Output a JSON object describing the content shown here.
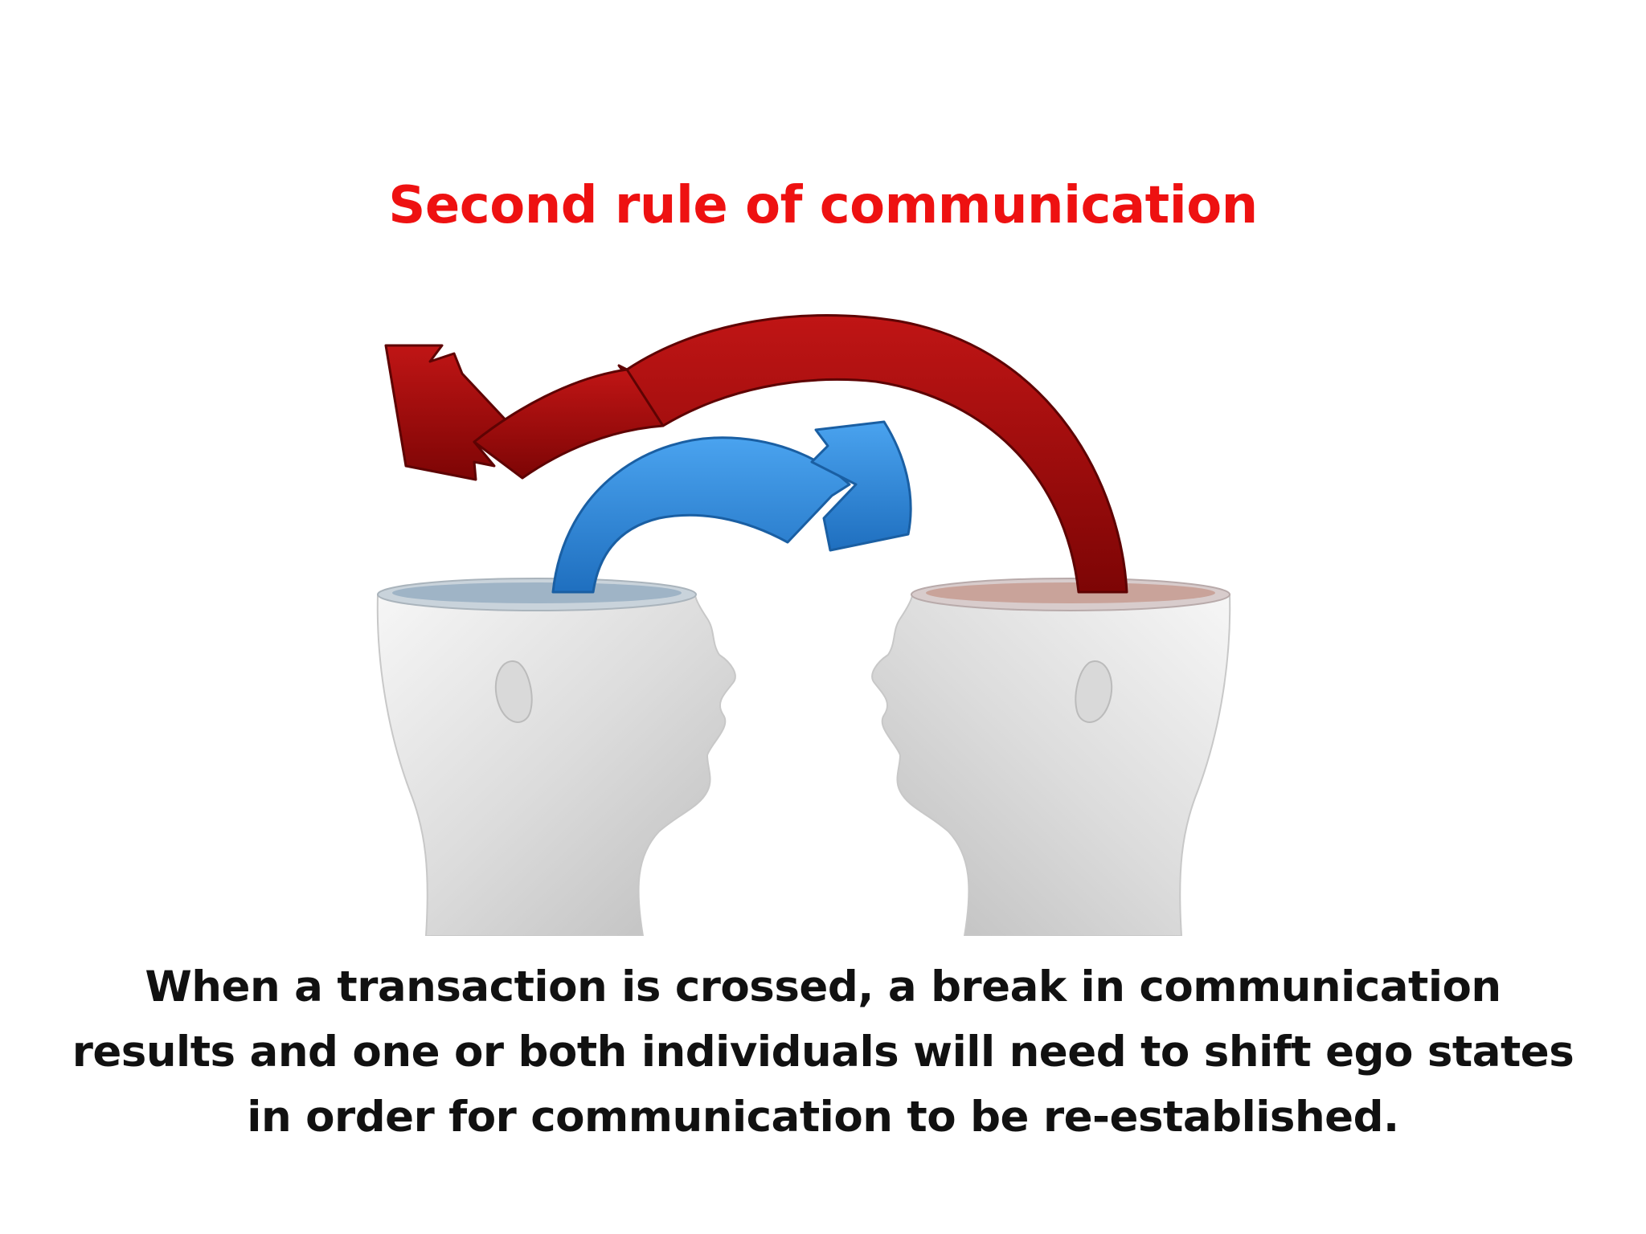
{
  "slide": {
    "title": "Second rule of communication",
    "title_color": "#ee1111",
    "body_lines": [
      "When a transaction is crossed, a break in communication",
      "results and one or both individuals will need to shift ego states",
      "in order for communication to be re-established."
    ]
  },
  "illustration": {
    "description_icon": "two-heads-crossed-arrows-icon",
    "colors": {
      "red_arrow": "#a10a0a",
      "blue_arrow": "#2e86d6",
      "head": "#e4e4e4"
    }
  }
}
